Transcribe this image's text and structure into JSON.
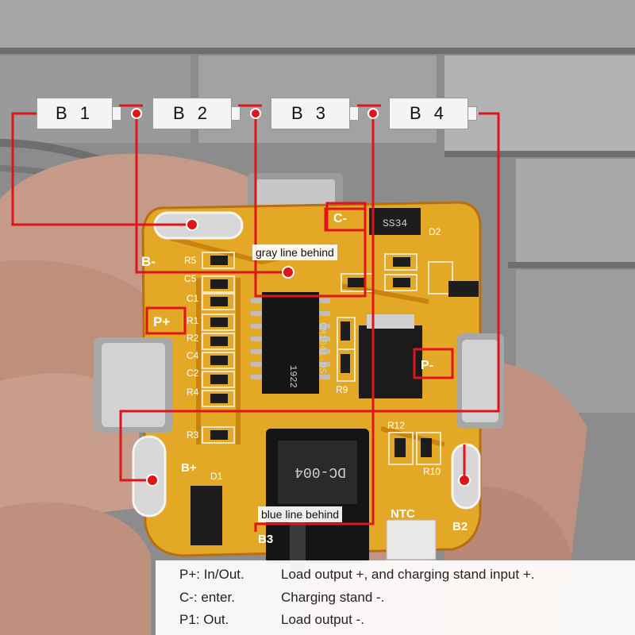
{
  "cells": [
    "B 1",
    "B 2",
    "B 3",
    "B 4"
  ],
  "annotations": {
    "gray_line": "gray line behind",
    "blue_line": "blue line behind"
  },
  "legend": [
    {
      "key": "P+: In/Out.",
      "desc": "Load output +, and charging stand input +."
    },
    {
      "key": "C-: enter.",
      "desc": "Charging stand -."
    },
    {
      "key": "P1: Out.",
      "desc": "Load output -."
    }
  ],
  "board": {
    "chip_label": "CM1041-DS",
    "chip_code": "1922",
    "diode_label": "SS34",
    "connector_label": "DC-004",
    "pad_labels": [
      "B-",
      "P+",
      "C-",
      "P-",
      "B+",
      "B2",
      "B3",
      "NTC"
    ],
    "component_labels": [
      "R5",
      "C5",
      "C1",
      "R1",
      "R2",
      "C4",
      "C2",
      "R4",
      "R3",
      "R9",
      "R12",
      "R10",
      "D1",
      "D2"
    ]
  },
  "colors": {
    "wire": "#e0141a",
    "pcb": "#e3a826",
    "pcb_dark": "#b86f12",
    "background_wall": "#8e8e8e",
    "skin": "#c89a86"
  }
}
